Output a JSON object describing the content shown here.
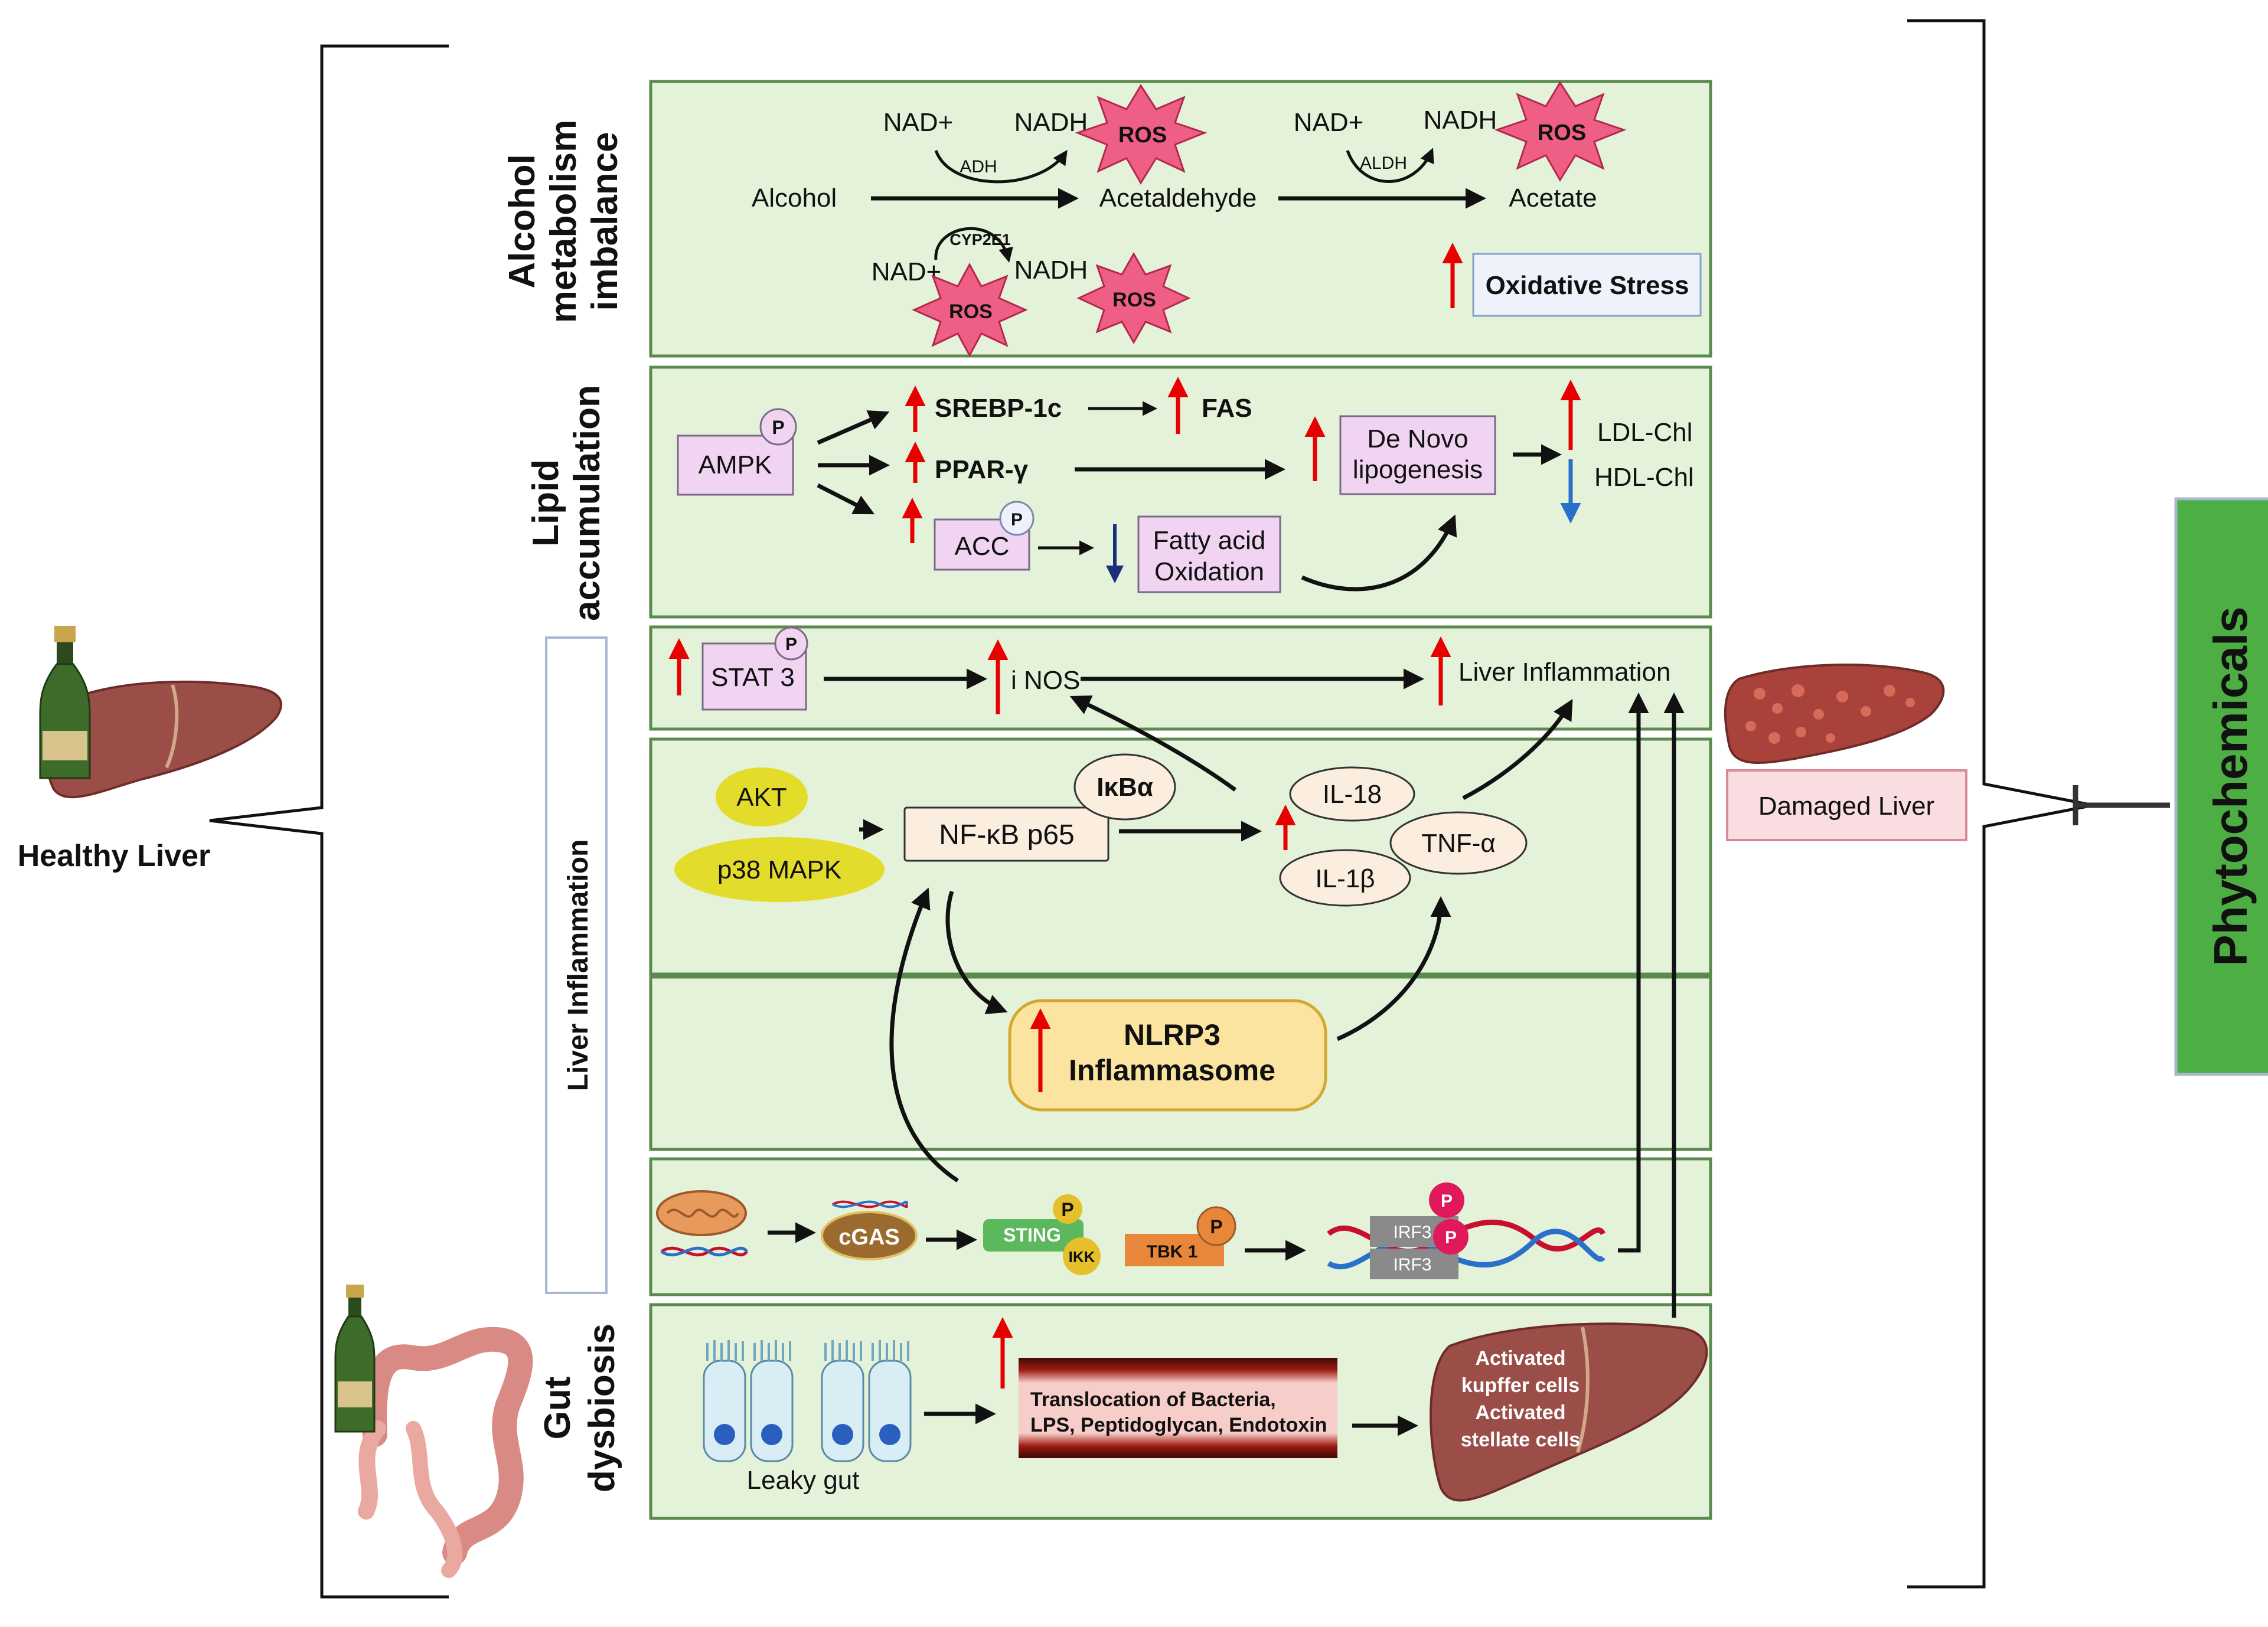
{
  "left": {
    "label": "Healthy Liver",
    "bottle_icon": "champagne-bottle-icon",
    "liver_icon": "healthy-liver-icon",
    "gut_icon": "intestine-icon"
  },
  "right": {
    "phytochemicals": "Phytochemicals",
    "damaged_liver": "Damaged Liver",
    "phyto_color": "#4cae43"
  },
  "section_labels": {
    "alcohol": [
      "Alcohol",
      "metabolism",
      "imbalance"
    ],
    "lipid": [
      "Lipid",
      "accumulation"
    ],
    "inflammation": "Liver Inflammation",
    "gut": [
      "Gut",
      "dysbiosis"
    ]
  },
  "alcohol": {
    "alcohol": "Alcohol",
    "acetaldehyde": "Acetaldehyde",
    "acetate": "Acetate",
    "nad_plus": "NAD+",
    "nadh": "NADH",
    "adh": "ADH",
    "aldh": "ALDH",
    "cyp2e1": "CYP2E1",
    "ros": "ROS",
    "oxidative_stress": "Oxidative Stress"
  },
  "lipid": {
    "ampk": "AMPK",
    "p": "P",
    "srebp": "SREBP-1c",
    "fas": "FAS",
    "ppar": "PPAR-γ",
    "acc": "ACC",
    "fao": [
      "Fatty acid",
      "Oxidation"
    ],
    "dnl": [
      "De Novo",
      "lipogenesis"
    ],
    "ldl": "LDL-Chl",
    "hdl": "HDL-Chl"
  },
  "inflammation": {
    "stat3": "STAT 3",
    "inos": "i NOS",
    "liver_inflammation": "Liver Inflammation",
    "akt": "AKT",
    "p38": "p38 MAPK",
    "nfkb": "NF-κB p65",
    "ikba": "IκBα",
    "il18": "IL-18",
    "il1b": "IL-1β",
    "tnfa": "TNF-α",
    "nlrp3": [
      "NLRP3",
      "Inflammasome"
    ],
    "cgas": "cGAS",
    "sting": "STING",
    "ikk": "IKK",
    "tbk1": "TBK 1",
    "irf3": "IRF3"
  },
  "gut": {
    "leaky_gut": "Leaky gut",
    "translocation": [
      "Translocation of Bacteria,",
      "LPS, Peptidoglycan, Endotoxin"
    ],
    "activated": [
      "Activated",
      "kupffer cells",
      "Activated",
      "stellate cells"
    ]
  }
}
